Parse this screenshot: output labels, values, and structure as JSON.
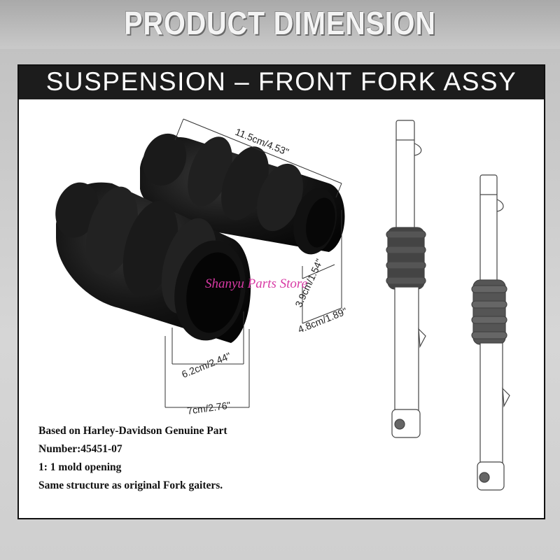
{
  "header": {
    "title": "PRODUCT DIMENSION"
  },
  "panel": {
    "title": "SUSPENSION – FRONT FORK ASSY"
  },
  "dimensions": {
    "length": "11.5cm/4.53\"",
    "small_inner": "3.9cm/1.54\"",
    "small_outer": "4.8cm/1.89\"",
    "large_inner": "6.2cm/2.44\"",
    "large_outer": "7cm/2.76\""
  },
  "watermark": "Shanyu Parts Store",
  "notes": [
    "Based on Harley-Davidson Genuine Part",
    "Number:45451-07",
    "1: 1 mold opening",
    "Same structure as original Fork gaiters."
  ],
  "colors": {
    "rubber": "#141414",
    "banner": "#b5b5b5",
    "panel_header": "#1c1c1c",
    "watermark": "#d83aa4"
  }
}
